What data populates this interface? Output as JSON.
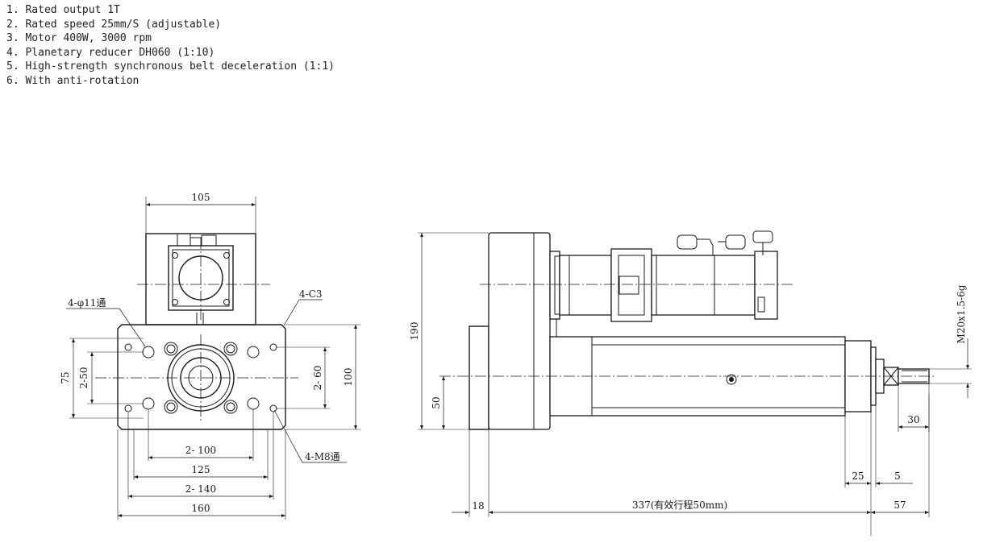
{
  "specs": [
    "1. Rated output 1T",
    "2. Rated speed 25mm/S (adjustable)",
    "3. Motor 400W, 3000 rpm",
    "4. Planetary reducer DH060 (1:10)",
    "5. High-strength synchronous belt deceleration (1:1)",
    "6. With anti-rotation"
  ],
  "front_view": {
    "dim_top_width": "105",
    "label_thru_holes": "4-φ11通",
    "label_chamfer": "4-C3",
    "label_tapped_holes": "4-M8通",
    "dim_left_75": "75",
    "dim_left_2_50": "2-50",
    "dim_right_2_60": "2- 60",
    "dim_right_100": "100",
    "dim_2_100": "2- 100",
    "dim_125": "125",
    "dim_2_140": "2- 140",
    "dim_160": "160"
  },
  "side_view": {
    "dim_height_190": "190",
    "dim_height_50": "50",
    "dim_thread": "M20x1.5-6g",
    "dim_30": "30",
    "dim_25": "25",
    "dim_5": "5",
    "dim_18": "18",
    "dim_total_length": "337(有效行程50mm)",
    "dim_57": "57"
  }
}
